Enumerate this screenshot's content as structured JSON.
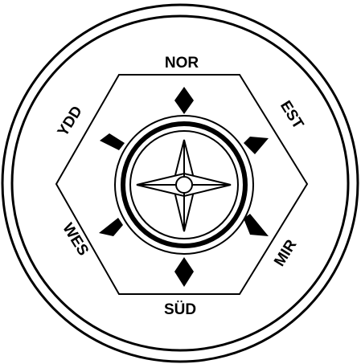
{
  "compass": {
    "labels": {
      "north": "NOR",
      "south": "SÜD",
      "northeast": "EST",
      "southeast": "MIR",
      "southwest": "WES",
      "northwest": "YDD"
    }
  },
  "colors": {
    "ink": "#000000",
    "background": "#ffffff"
  }
}
